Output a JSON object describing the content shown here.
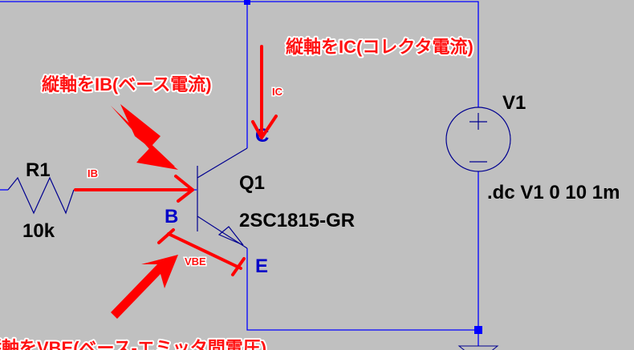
{
  "schematic": {
    "resistor": {
      "name": "R1",
      "value": "10k"
    },
    "transistor": {
      "name": "Q1",
      "model": "2SC1815-GR",
      "pins": {
        "collector": "C",
        "base": "B",
        "emitter": "E"
      }
    },
    "source": {
      "name": "V1",
      "plus": "+",
      "minus": "−"
    },
    "directive": ".dc V1 0 10 1m"
  },
  "annotations": {
    "ic_axis": "縦軸をIC(コレクタ電流)",
    "ib_axis": "縦軸をIB(ベース電流)",
    "vbe_axis": "縦軸をVBE(ベース-エミッタ間電圧)",
    "ic_label": "IC",
    "ib_label": "IB",
    "vbe_label": "VBE"
  },
  "colors": {
    "wire": "#0000ff",
    "annotation": "#ff0000",
    "background": "#c0c0c0"
  }
}
